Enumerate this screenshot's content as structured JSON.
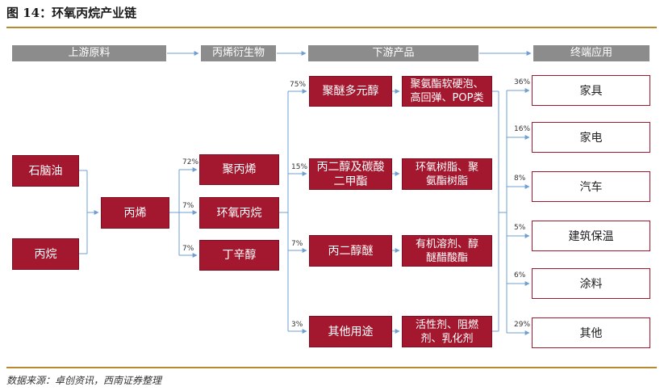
{
  "title": "图 14：环氧丙烷产业链",
  "source": "数据来源：卓创资讯，西南证券整理",
  "headers": [
    "上游原料",
    "丙烯衍生物",
    "下游产品",
    "终端应用"
  ],
  "raw": [
    "石脑油",
    "丙烷"
  ],
  "propylene": "丙烯",
  "derivatives": [
    "聚丙烯",
    "环氧丙烷",
    "丁辛醇"
  ],
  "derivative_pcts": [
    "72%",
    "7%",
    "7%"
  ],
  "intermediates": [
    "聚醚多元醇",
    "丙二醇及碳酸\n二甲酯",
    "丙二醇醚",
    "其他用途"
  ],
  "intermediate_pcts": [
    "75%",
    "15%",
    "7%",
    "3%"
  ],
  "products": [
    "聚氨酯软硬泡、\n高回弹、POP类",
    "环氧树脂、聚\n氨酯树脂",
    "有机溶剂、醇\n醚醋酸酯",
    "活性剂、阻燃\n剂、乳化剂"
  ],
  "applications": [
    "家具",
    "家电",
    "汽车",
    "建筑保温",
    "涂料",
    "其他"
  ],
  "application_pcts": [
    "36%",
    "16%",
    "8%",
    "5%",
    "6%",
    "29%"
  ],
  "colors": {
    "accent": "#a3182f",
    "header": "#8c8c8c",
    "arrow": "#6f9fd0",
    "rule": "#b88a2f"
  }
}
